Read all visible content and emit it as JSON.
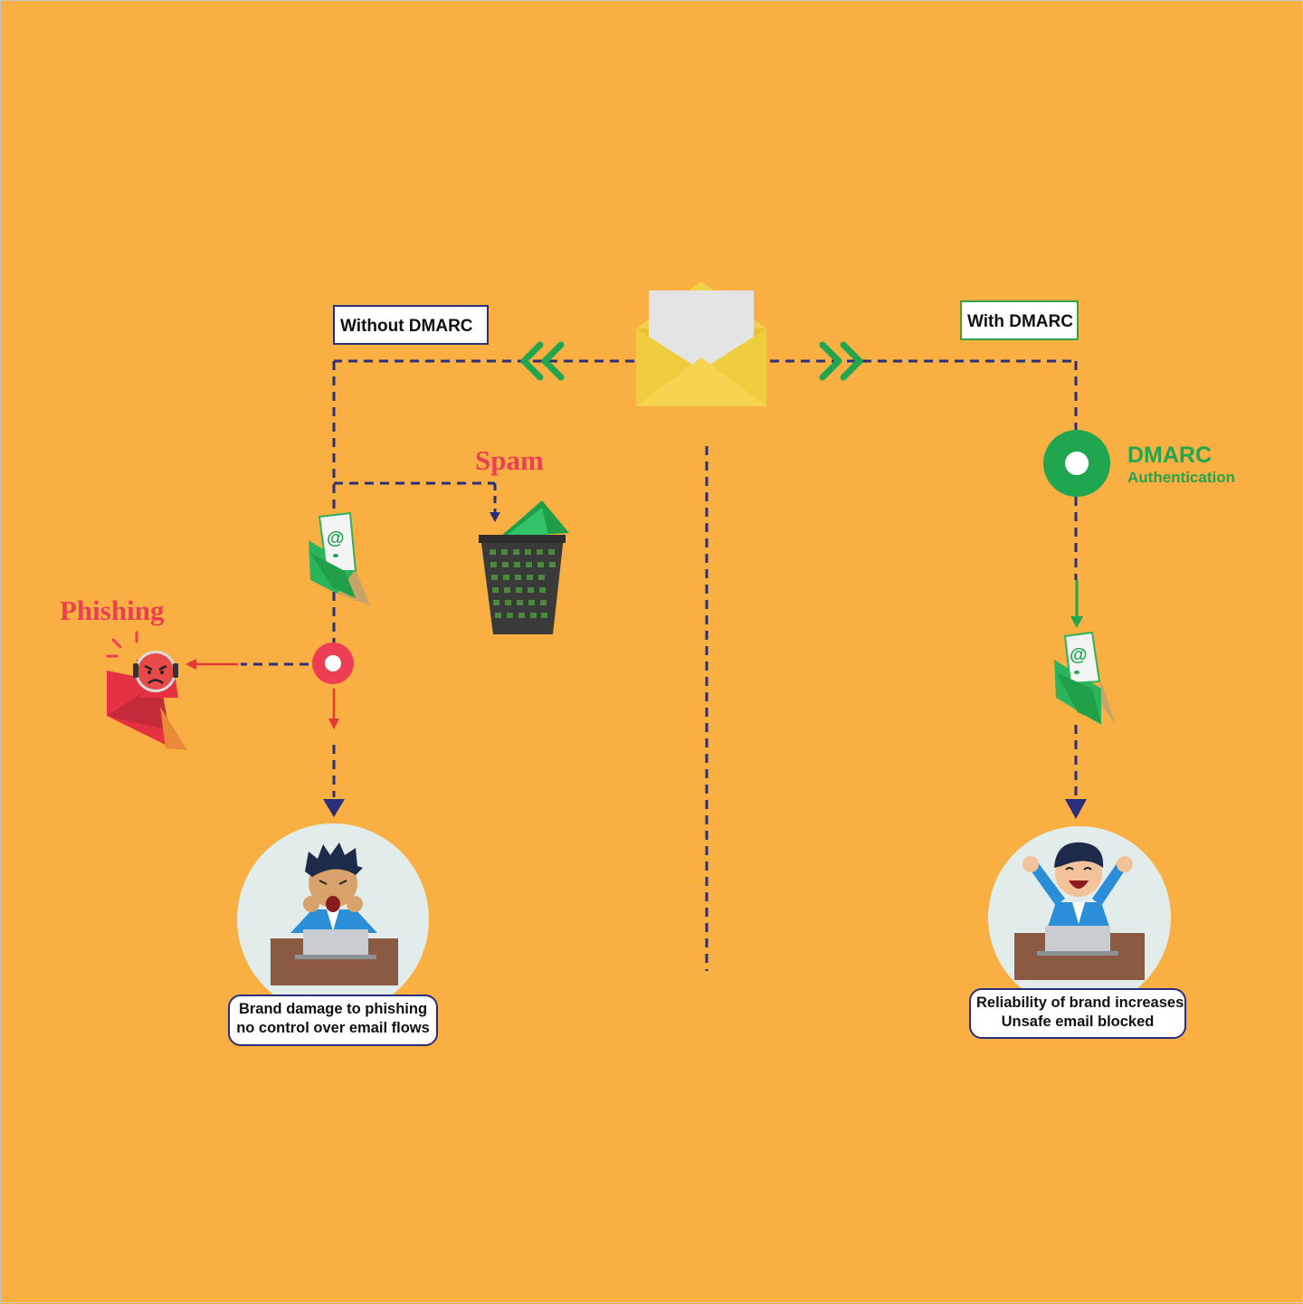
{
  "labels": {
    "without_dmarc": "Without DMARC",
    "with_dmarc": "With DMARC",
    "spam": "Spam",
    "phishing": "Phishing",
    "dmarc_title": "DMARC",
    "dmarc_subtitle": "Authentication"
  },
  "captions": {
    "left_line1": "Brand damage to phishing",
    "left_line2": "no control over email flows",
    "right_line1": "Reliability of brand increases",
    "right_line2": "Unsafe email blocked"
  },
  "icons": {
    "center": "envelope-icon",
    "spam": "trash-basket-icon",
    "phishing": "angry-hacker-icon",
    "left_mail": "green-email-icon",
    "right_mail": "green-email-icon",
    "left_person": "stressed-man-icon",
    "right_person": "happy-man-icon"
  },
  "colors": {
    "background": "#f9af42",
    "dashed_line": "#2a2f7a",
    "accent_green": "#1fa64f",
    "accent_red": "#ee3e54"
  }
}
